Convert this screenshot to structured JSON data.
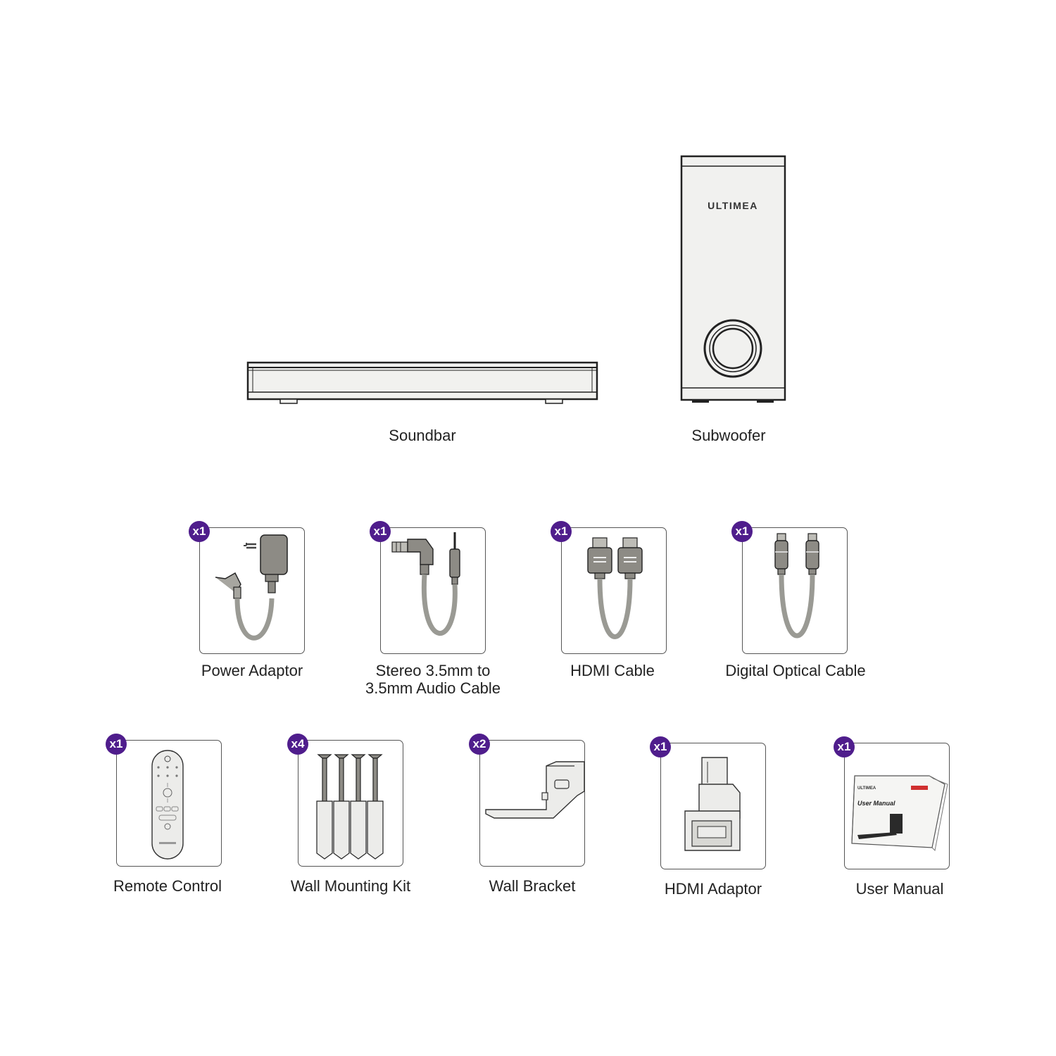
{
  "brand": "ULTIMEA",
  "main_units": [
    {
      "label": "Soundbar"
    },
    {
      "label": "Subwoofer"
    }
  ],
  "accessories": [
    {
      "label": "Power Adaptor",
      "qty": "x1",
      "icon": "power-adaptor-icon"
    },
    {
      "label": "Stereo 3.5mm to 3.5mm Audio Cable",
      "qty": "x1",
      "icon": "audio-cable-icon"
    },
    {
      "label": "HDMI Cable",
      "qty": "x1",
      "icon": "hdmi-cable-icon"
    },
    {
      "label": "Digital Optical Cable",
      "qty": "x1",
      "icon": "optical-cable-icon"
    },
    {
      "label": "Remote Control",
      "qty": "x1",
      "icon": "remote-control-icon"
    },
    {
      "label": "Wall Mounting Kit",
      "qty": "x4",
      "icon": "wall-mounting-kit-icon"
    },
    {
      "label": "Wall Bracket",
      "qty": "x2",
      "icon": "wall-bracket-icon"
    },
    {
      "label": "HDMI Adaptor",
      "qty": "x1",
      "icon": "hdmi-adaptor-icon"
    },
    {
      "label": "User Manual",
      "qty": "x1",
      "icon": "user-manual-icon"
    }
  ],
  "manual_cover": {
    "brand": "ULTIMEA",
    "title": "User Manual"
  },
  "colors": {
    "badge": "#4f1d8c",
    "cable": "#9a9a94",
    "device_fill": "#f1f1ef",
    "outline": "#222222"
  }
}
